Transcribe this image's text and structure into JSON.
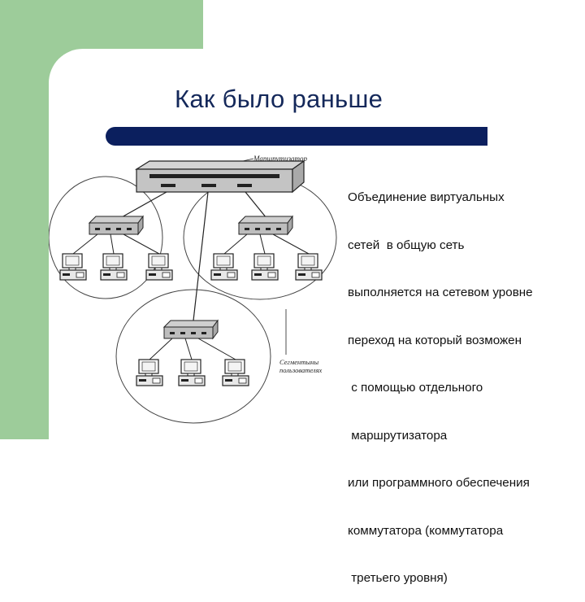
{
  "slide": {
    "title": "Как было раньше",
    "body_lines": [
      "Объединение виртуальных",
      "сетей  в общую сеть",
      "выполняется на сетевом уровне",
      "переход на который возможен",
      " с помощью отдельного",
      " маршрутизатора",
      "или программного обеспечения",
      "коммутатора (коммутатора",
      " третьего уровня)"
    ]
  },
  "diagram": {
    "router_label": "Маршрутизатор",
    "segments_label_line1": "Сегментыны",
    "segments_label_line2": "пользователях"
  },
  "colors": {
    "accent_green": "#9dcc9a",
    "title_navy": "#0b1f5e"
  }
}
